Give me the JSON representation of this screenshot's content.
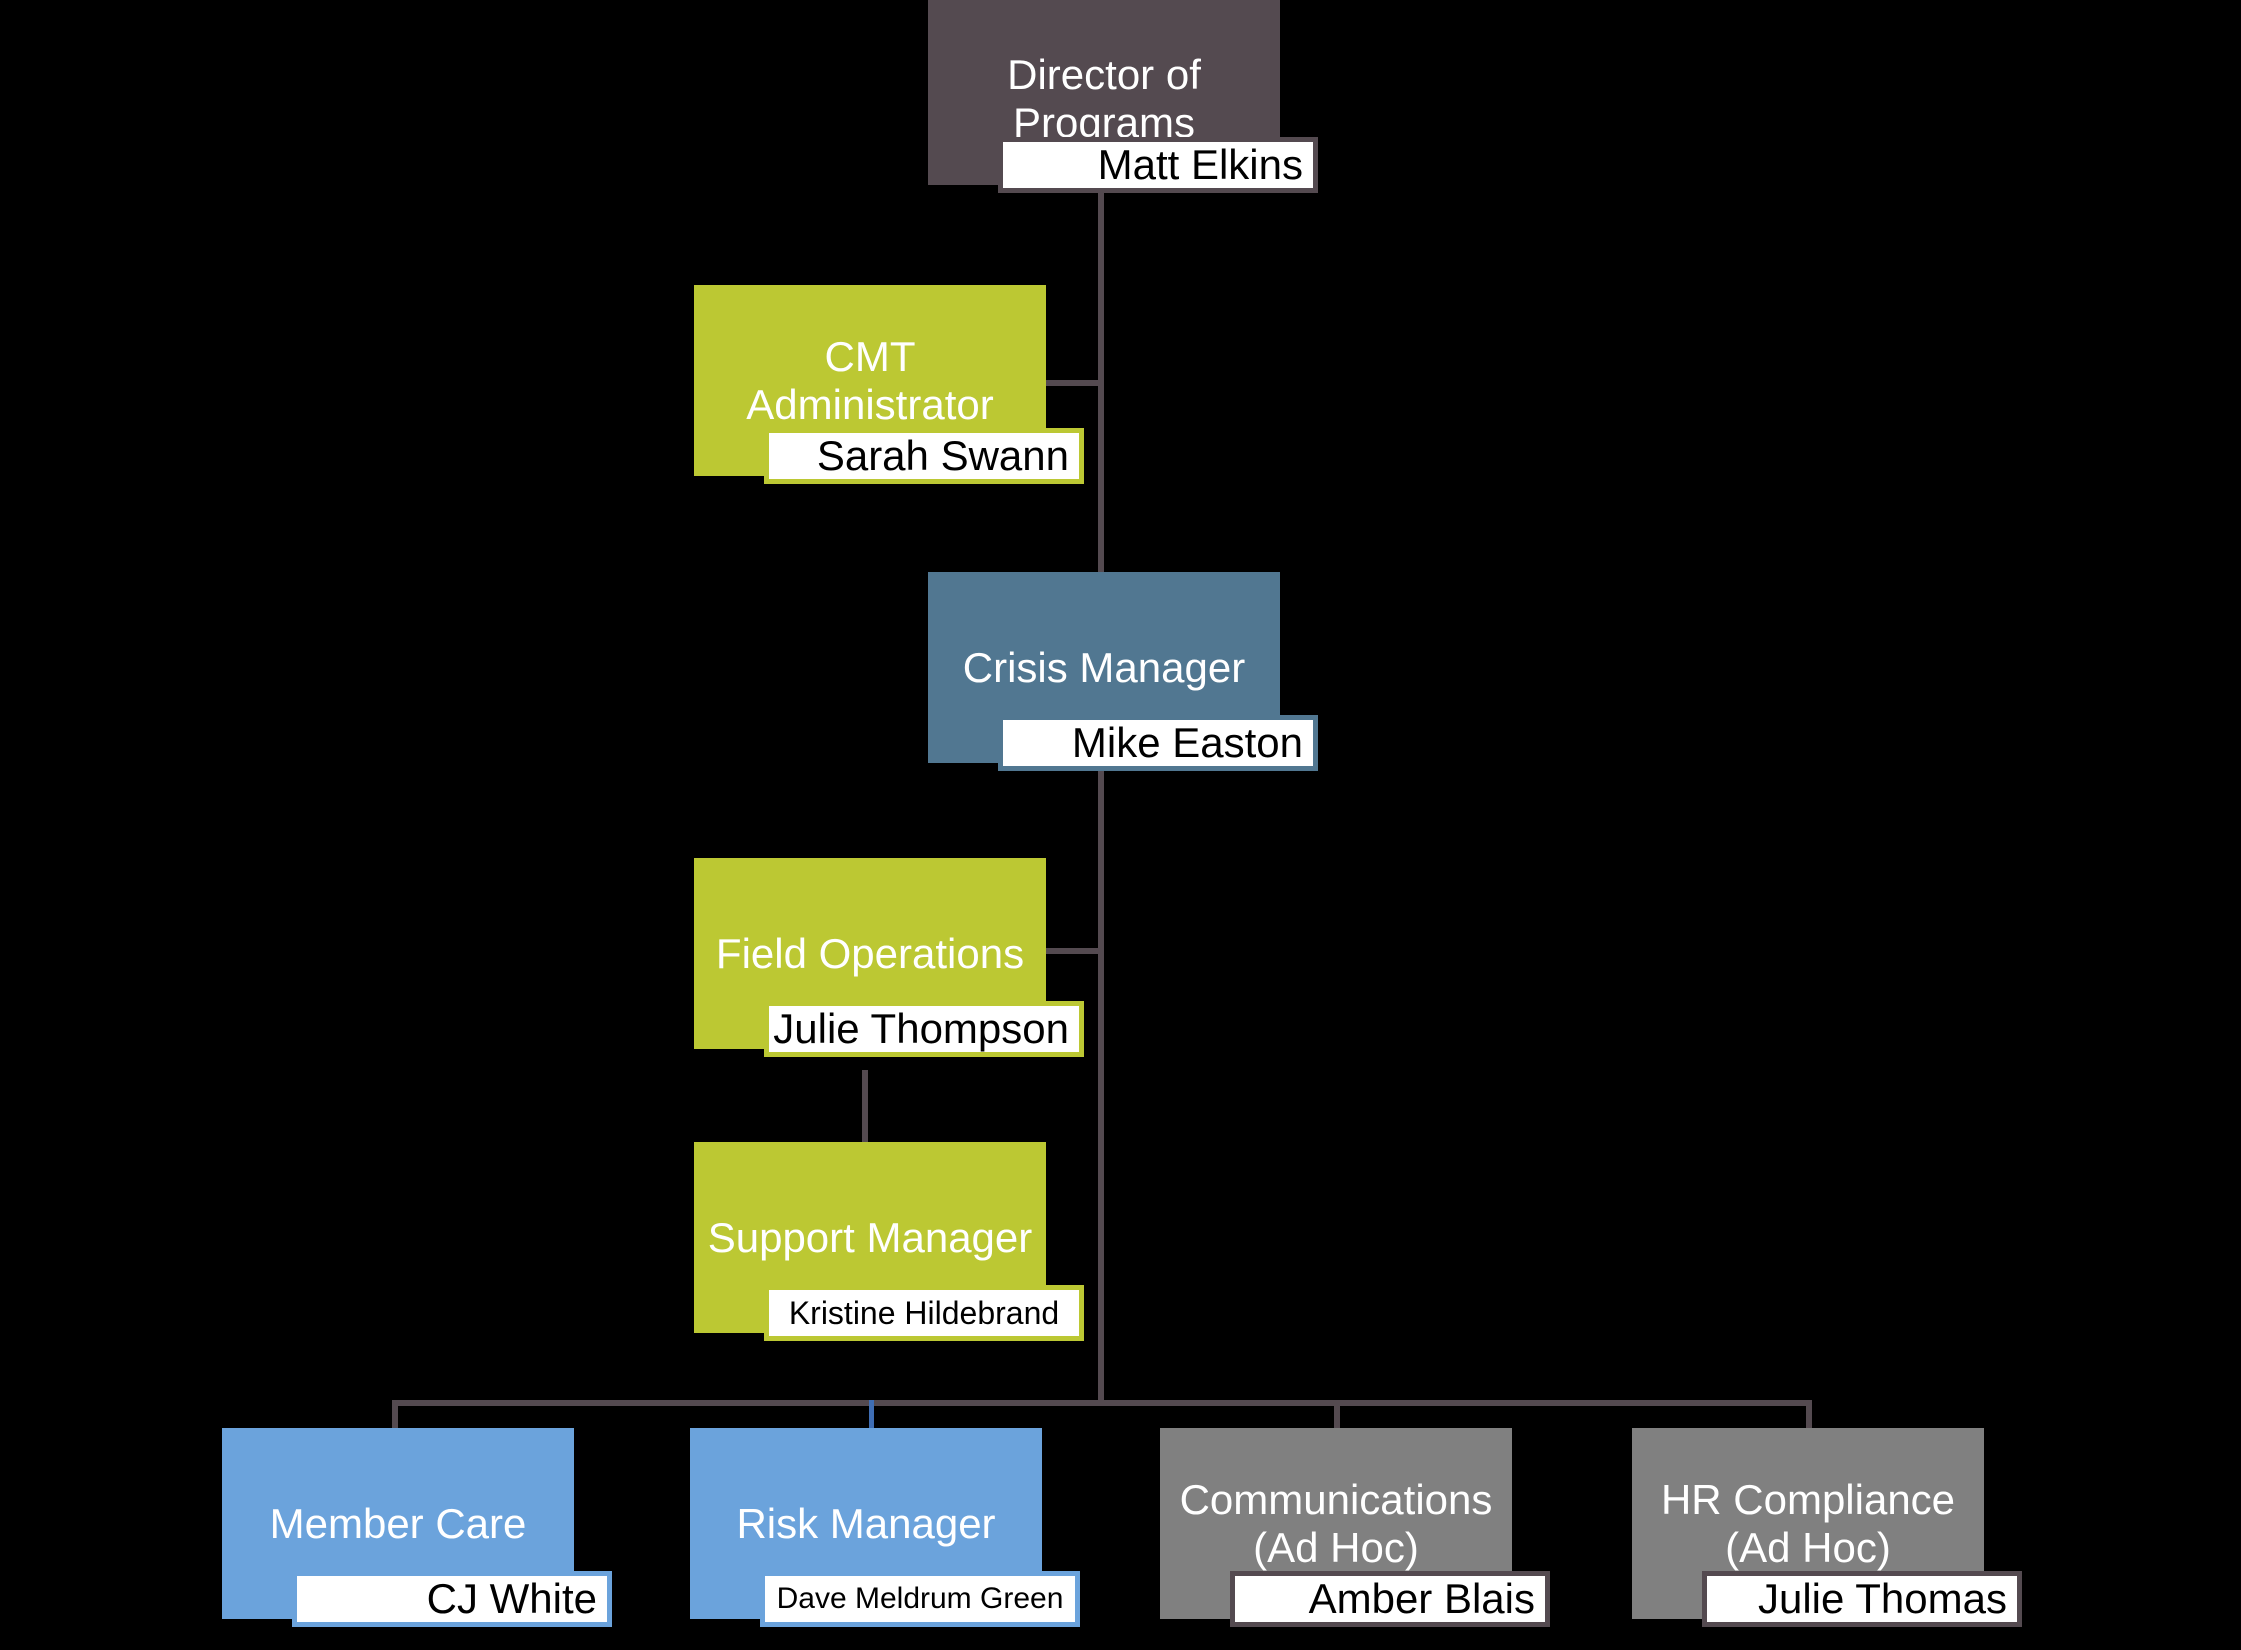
{
  "chart_data": {
    "type": "diagram",
    "title": "Crisis Management Team Organizational Chart",
    "diagram_kind": "org-chart",
    "background_color": "#000000",
    "connector_color": "#544A50",
    "accent_connector_color": "#3F6EB5",
    "nodes": [
      {
        "id": "director-of-programs",
        "title": "Director of\nPrograms",
        "name": "Matt Elkins",
        "box_color": "#544A50",
        "name_border_color": "#544A50",
        "level": 0
      },
      {
        "id": "cmt-administrator",
        "title": "CMT\nAdministrator",
        "name": "Sarah Swann",
        "box_color": "#BCC833",
        "name_border_color": "#BCC833",
        "level": 1
      },
      {
        "id": "crisis-manager",
        "title": "Crisis Manager",
        "name": "Mike Easton",
        "box_color": "#517791",
        "name_border_color": "#517791",
        "level": 1
      },
      {
        "id": "field-operations",
        "title": "Field Operations",
        "name": "Julie Thompson",
        "box_color": "#BCC833",
        "name_border_color": "#BCC833",
        "level": 2
      },
      {
        "id": "support-manager",
        "title": "Support Manager",
        "name": "Kristine Hildebrand",
        "box_color": "#BCC833",
        "name_border_color": "#BCC833",
        "level": 3
      },
      {
        "id": "member-care",
        "title": "Member Care",
        "name": "CJ White",
        "box_color": "#6BA3DC",
        "name_border_color": "#6BA3DC",
        "level": 4
      },
      {
        "id": "risk-manager",
        "title": "Risk Manager",
        "name": "Dave Meldrum Green",
        "box_color": "#6BA3DC",
        "name_border_color": "#6BA3DC",
        "level": 4
      },
      {
        "id": "communications",
        "title": "Communications\n(Ad Hoc)",
        "name": "Amber Blais",
        "box_color": "#808080",
        "name_border_color": "#544A50",
        "level": 4
      },
      {
        "id": "hr-compliance",
        "title": "HR Compliance\n(Ad Hoc)",
        "name": "Julie Thomas",
        "box_color": "#808080",
        "name_border_color": "#544A50",
        "level": 4
      }
    ],
    "edges": [
      {
        "from": "director-of-programs",
        "to": "cmt-administrator"
      },
      {
        "from": "director-of-programs",
        "to": "crisis-manager"
      },
      {
        "from": "crisis-manager",
        "to": "field-operations"
      },
      {
        "from": "field-operations",
        "to": "support-manager"
      },
      {
        "from": "crisis-manager",
        "to": "member-care"
      },
      {
        "from": "crisis-manager",
        "to": "risk-manager"
      },
      {
        "from": "crisis-manager",
        "to": "communications"
      },
      {
        "from": "crisis-manager",
        "to": "hr-compliance"
      }
    ]
  }
}
